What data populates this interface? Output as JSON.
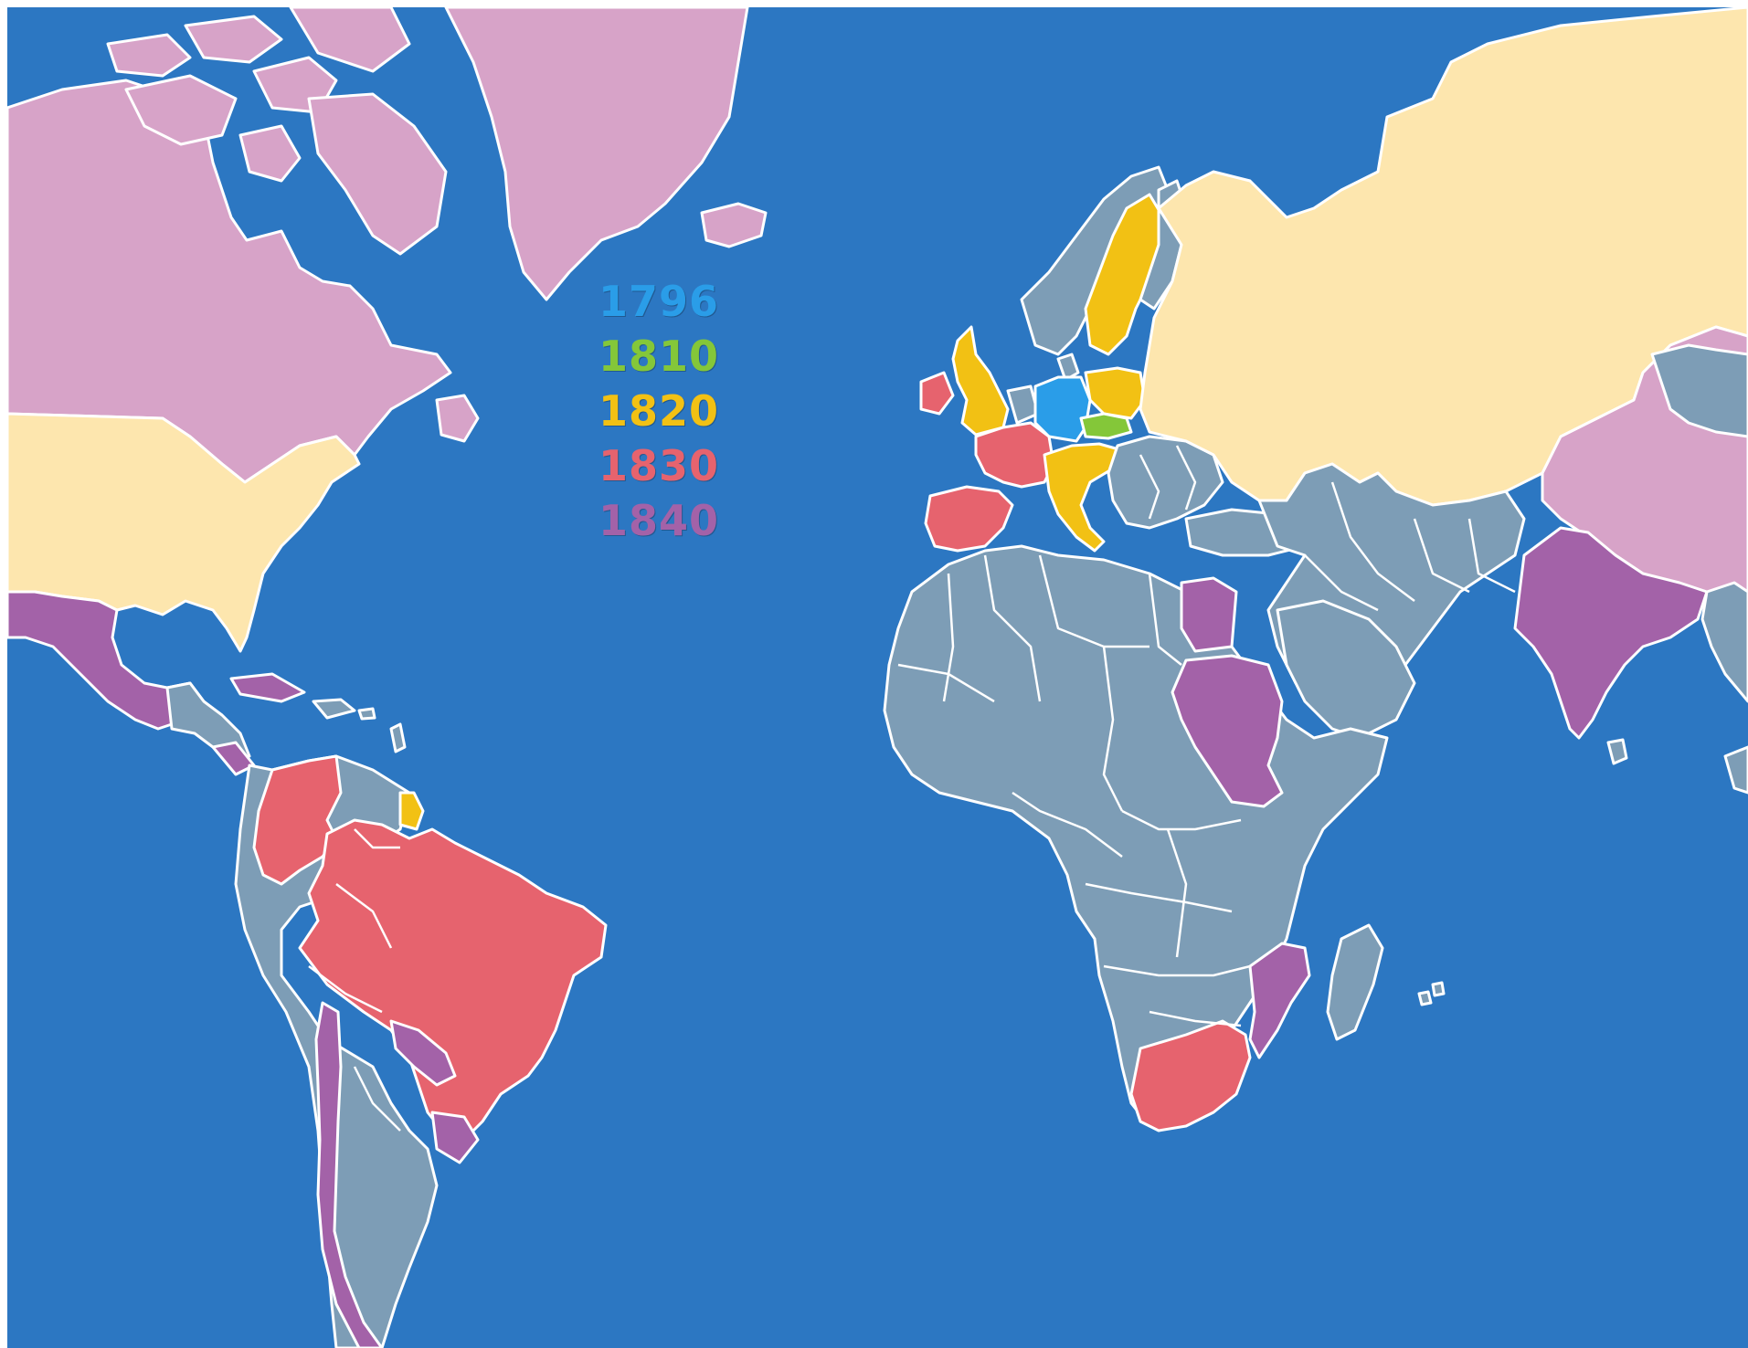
{
  "colors": {
    "ocean": "#2c77c2",
    "unaffected": "#7d9db6",
    "light_pink": "#d7a3c8",
    "cream": "#fde6ae",
    "c1796": "#2a9de8",
    "c1810": "#84c739",
    "c1820": "#f2c114",
    "c1830": "#e6636e",
    "c1840": "#a362a8"
  },
  "legend": [
    {
      "label": "1796",
      "color": "#2a9de8"
    },
    {
      "label": "1810",
      "color": "#84c739"
    },
    {
      "label": "1820",
      "color": "#f2c114"
    },
    {
      "label": "1830",
      "color": "#e6636e"
    },
    {
      "label": "1840",
      "color": "#a362a8"
    }
  ]
}
